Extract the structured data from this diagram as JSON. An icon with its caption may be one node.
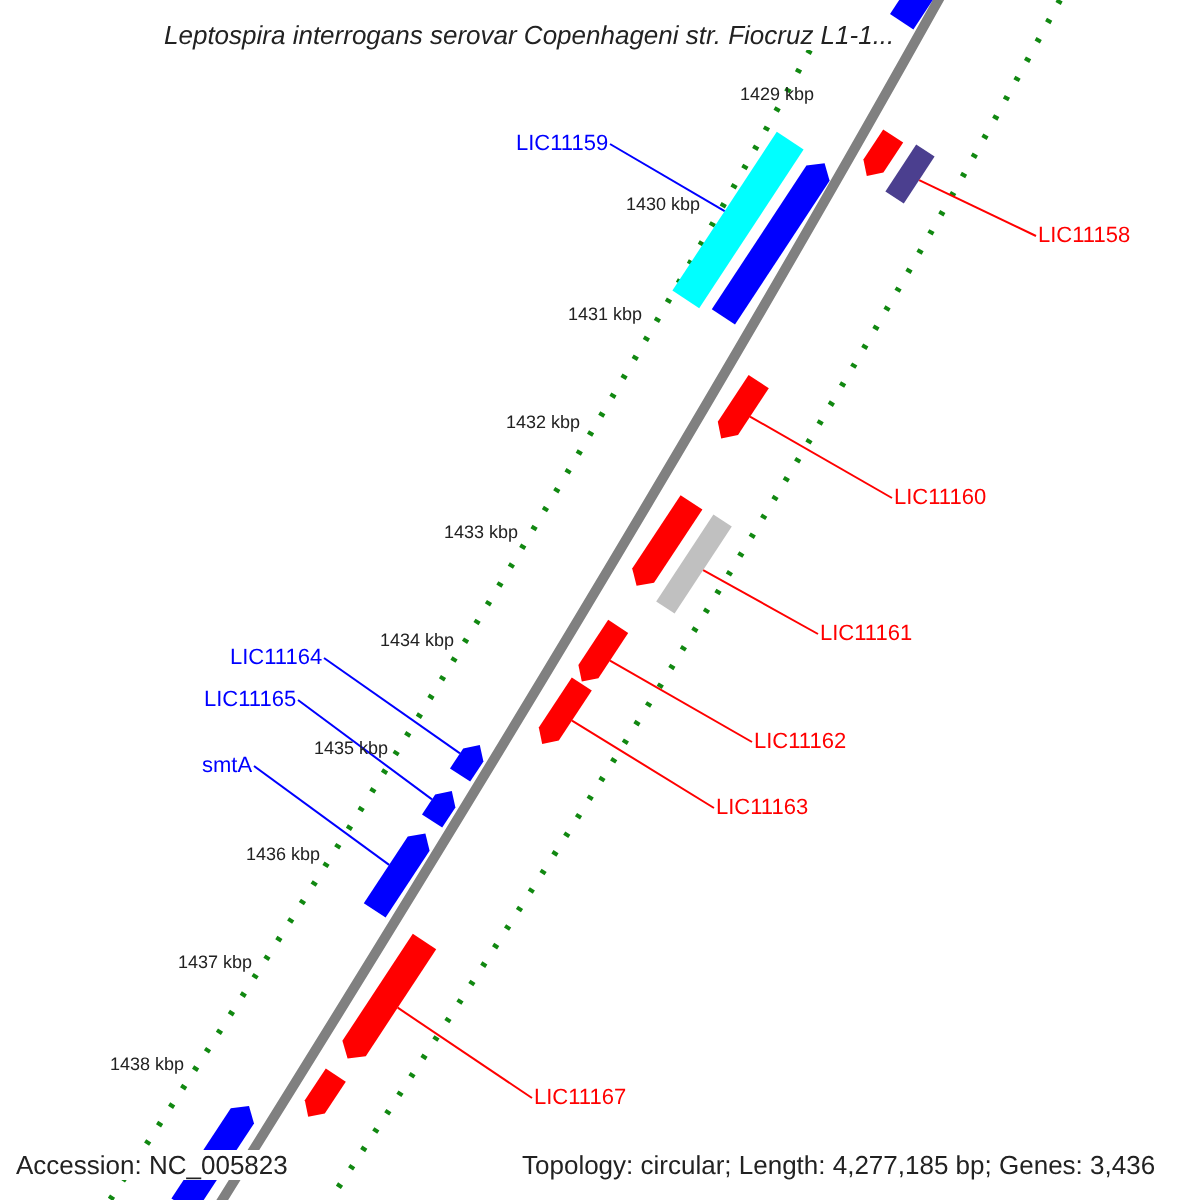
{
  "diagram": {
    "title": "Leptospira interrogans serovar Copenhageni str. Fiocruz L1-1...",
    "nodes": [
      {
        "text": [
          "LIC11159"
        ]
      },
      {
        "text": [],
        "shape": "bar"
      },
      {
        "text": [
          "LIC11158"
        ]
      },
      {
        "text": [],
        "shape": "bar"
      },
      {
        "text": [
          "LIC11160"
        ]
      },
      {
        "text": [],
        "shape": "bar"
      },
      {
        "text": [
          "LIC11161"
        ]
      },
      {
        "text": [],
        "shape": "bar"
      },
      {
        "text": [
          "LIC11164"
        ]
      },
      {
        "text": [
          "LIC11165"
        ]
      },
      {
        "text": [
          "LIC11162"
        ]
      },
      {
        "text": [],
        "shape": "bar"
      },
      {
        "text": [],
        "shape": "bar"
      },
      {
        "text": [],
        "shape": "bar"
      },
      {
        "text": [
          "smtA"
        ]
      },
      {
        "text": [],
        "shape": "bar"
      },
      {
        "text": [
          "LIC11163"
        ]
      },
      {
        "text": [],
        "shape": "bar"
      },
      {
        "text": [
          "LIC11167"
        ]
      },
      {
        "text": [],
        "shape": "bar"
      },
      {
        "text": [],
        "shape": "bar"
      },
      {
        "text": [],
        "shape": "bar"
      },
      {
        "text": [],
        "shape": "bar"
      },
      {
        "text": [],
        "shape": "bar"
      },
      {
        "text": [],
        "shape": "bar"
      },
      {
        "text": [],
        "shape": "bar"
      }
    ],
    "edges": [
      {
        "from": 0,
        "to": 1,
        "arrow": "none",
        "color": "#0000ff"
      },
      {
        "from": 2,
        "to": 3,
        "arrow": "none"
      },
      {
        "from": 4,
        "to": 5,
        "arrow": "none"
      },
      {
        "from": 6,
        "to": 7,
        "arrow": "none"
      },
      {
        "from": 8,
        "to": 12,
        "arrow": "none",
        "color": "#0000ff"
      },
      {
        "from": 9,
        "to": 13,
        "arrow": "none",
        "color": "#0000ff"
      },
      {
        "from": 10,
        "to": 11,
        "arrow": "none"
      },
      {
        "from": 14,
        "to": 15,
        "arrow": "none",
        "color": "#0000ff"
      },
      {
        "from": 16,
        "to": 17,
        "arrow": "none"
      },
      {
        "from": 18,
        "to": 19,
        "arrow": "none"
      }
    ],
    "labels": [
      "1429 kbp",
      "1430 kbp",
      "1431 kbp",
      "1432 kbp",
      "1433 kbp",
      "1434 kbp",
      "1435 kbp",
      "1436 kbp",
      "1437 kbp",
      "1438 kbp",
      "Accession: NC_005823",
      "Topology: circular; Length: 4,277,185 bp; Genes: 3,436"
    ]
  }
}
